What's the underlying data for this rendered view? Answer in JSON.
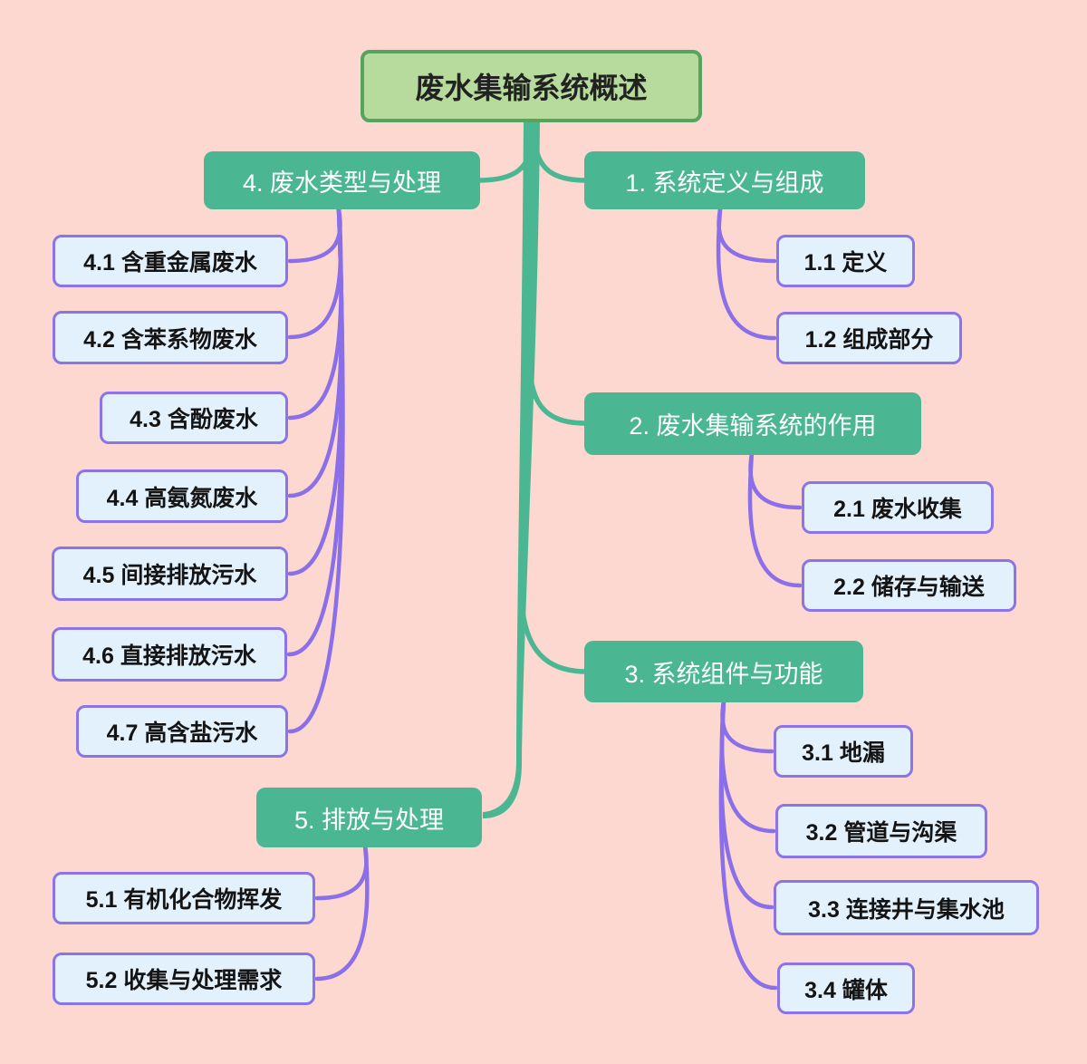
{
  "palette": {
    "background": "#fcd8d1",
    "root_fill": "#b7db9d",
    "root_border": "#55a55e",
    "branch_fill": "#4bb792",
    "branch_text": "#ffffff",
    "child_fill": "#e2f1fc",
    "child_border": "#8b74e8",
    "green_connector": "#4bb792",
    "purple_connector": "#8b6fe8",
    "node_text": "#141414"
  },
  "mindmap": {
    "root": {
      "label": "废水集输系统概述"
    },
    "branches": [
      {
        "label": "1. 系统定义与组成",
        "children": [
          {
            "label": "1.1 定义"
          },
          {
            "label": "1.2 组成部分"
          }
        ]
      },
      {
        "label": "2. 废水集输系统的作用",
        "children": [
          {
            "label": "2.1 废水收集"
          },
          {
            "label": "2.2 储存与输送"
          }
        ]
      },
      {
        "label": "3. 系统组件与功能",
        "children": [
          {
            "label": "3.1 地漏"
          },
          {
            "label": "3.2 管道与沟渠"
          },
          {
            "label": "3.3 连接井与集水池"
          },
          {
            "label": "3.4 罐体"
          }
        ]
      },
      {
        "label": "4. 废水类型与处理",
        "children": [
          {
            "label": "4.1 含重金属废水"
          },
          {
            "label": "4.2 含苯系物废水"
          },
          {
            "label": "4.3 含酚废水"
          },
          {
            "label": "4.4 高氨氮废水"
          },
          {
            "label": "4.5 间接排放污水"
          },
          {
            "label": "4.6 直接排放污水"
          },
          {
            "label": "4.7 高含盐污水"
          }
        ]
      },
      {
        "label": "5. 排放与处理",
        "children": [
          {
            "label": "5.1 有机化合物挥发"
          },
          {
            "label": "5.2 收集与处理需求"
          }
        ]
      }
    ]
  }
}
